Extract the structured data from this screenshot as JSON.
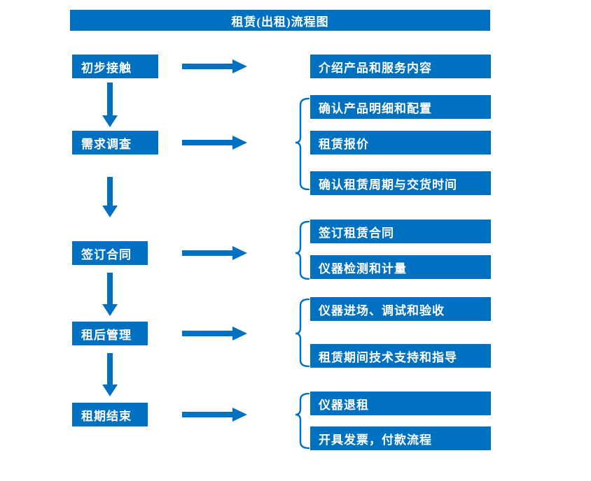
{
  "title": "租赁(出租)流程图",
  "colors": {
    "primary": "#0070C0",
    "text_on_primary": "#FFFFFF",
    "background": "#FFFFFF"
  },
  "steps": [
    {
      "label": "初步接触",
      "outputs": [
        "介绍产品和服务内容"
      ]
    },
    {
      "label": "需求调查",
      "outputs": [
        "确认产品明细和配置",
        "租赁报价",
        "确认租赁周期与交货时间"
      ]
    },
    {
      "label": "签订合同",
      "outputs": [
        "签订租赁合同",
        "仪器检测和计量"
      ]
    },
    {
      "label": "租后管理",
      "outputs": [
        "仪器进场、调试和验收",
        "租赁期间技术支持和指导"
      ]
    },
    {
      "label": "租期结束",
      "outputs": [
        "仪器退租",
        "开具发票，付款流程"
      ]
    }
  ]
}
